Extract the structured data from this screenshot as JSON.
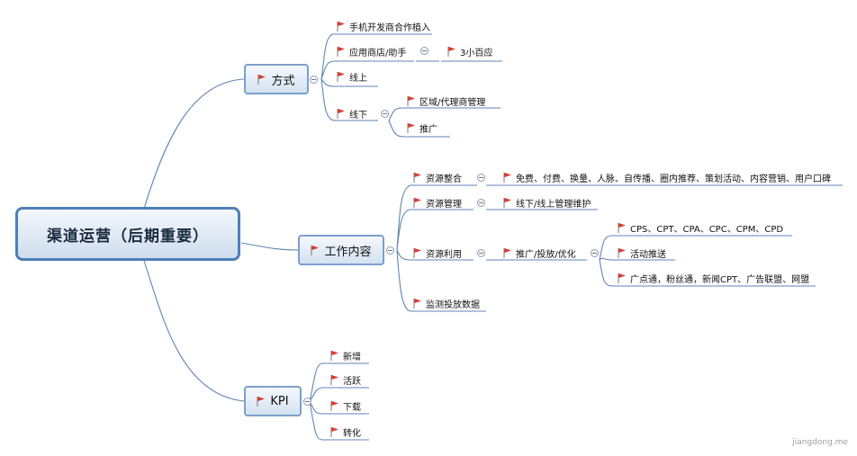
{
  "root": {
    "label": "渠道运营（后期重要）"
  },
  "branches": {
    "method": {
      "label": "方式",
      "items": {
        "mobile_dev": "手机开发商合作植入",
        "app_store": "应用商店/助手",
        "store_sub": "3小百应",
        "online": "线上",
        "offline": "线下",
        "region_agent": "区域/代理商管理",
        "promote": "推广"
      }
    },
    "work": {
      "label": "工作内容",
      "items": {
        "integration": "资源整合",
        "integration_detail": "免费、付费、换量、人脉、自传播、圈内推荐、策划活动、内容营销、用户口碑",
        "management": "资源管理",
        "management_detail": "线下/线上管理维护",
        "utilization": "资源利用",
        "utilization_detail": "推广/投放/优化",
        "cps": "CPS、CPT、CPA、CPC、CPM、CPD",
        "events": "活动推送",
        "ads": "广点通，粉丝通，新闻CPT、广告联盟、网盟",
        "monitoring": "监测投放数据"
      }
    },
    "kpi": {
      "label": "KPI",
      "items": {
        "new": "新增",
        "active": "活跃",
        "download": "下载",
        "convert": "转化"
      }
    }
  },
  "watermark": "jiangdong.me",
  "colors": {
    "link": "#5f86b4",
    "flag": "#e03a2f",
    "root_border": "#4f7fb7"
  }
}
